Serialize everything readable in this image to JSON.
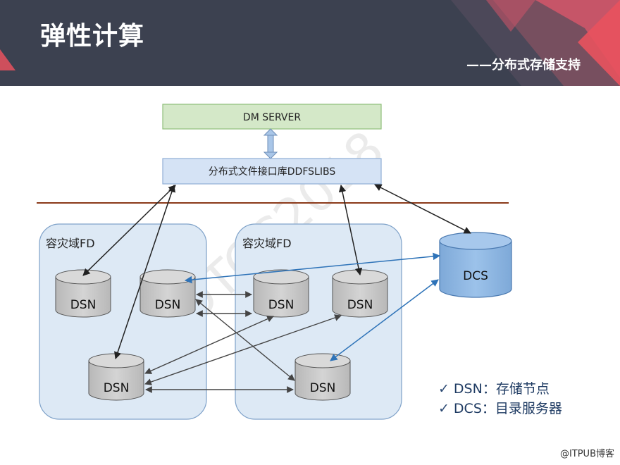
{
  "slide": {
    "title": "弹性计算",
    "subtitle": "——分布式存储支持"
  },
  "diagram": {
    "server_label": "DM SERVER",
    "lib_label": "分布式文件接口库DDFSLIBS",
    "zones": [
      {
        "label": "容灾域FD"
      },
      {
        "label": "容灾域FD"
      }
    ],
    "nodes": [
      {
        "label": "DSN"
      },
      {
        "label": "DSN"
      },
      {
        "label": "DSN"
      },
      {
        "label": "DSN"
      },
      {
        "label": "DSN"
      },
      {
        "label": "DSN"
      }
    ],
    "dcs_label": "DCS",
    "watermark": "DTCC2018"
  },
  "legend": {
    "items": [
      {
        "text": "DSN：存储节点"
      },
      {
        "text": "DCS：目录服务器"
      }
    ]
  },
  "credit": "@ITPUB博客",
  "colors": {
    "banner_bg": "#3c4150",
    "accent_red": "#e8525e",
    "server_fill": "#d4e8c8",
    "lib_fill": "#d5e3f5",
    "zone_fill": "#dde9f5",
    "dsn_fill": "#c8c8c8",
    "dcs_fill": "#8fb6e0",
    "separator": "#8b3a1a",
    "blue_link": "#2e73b8"
  }
}
